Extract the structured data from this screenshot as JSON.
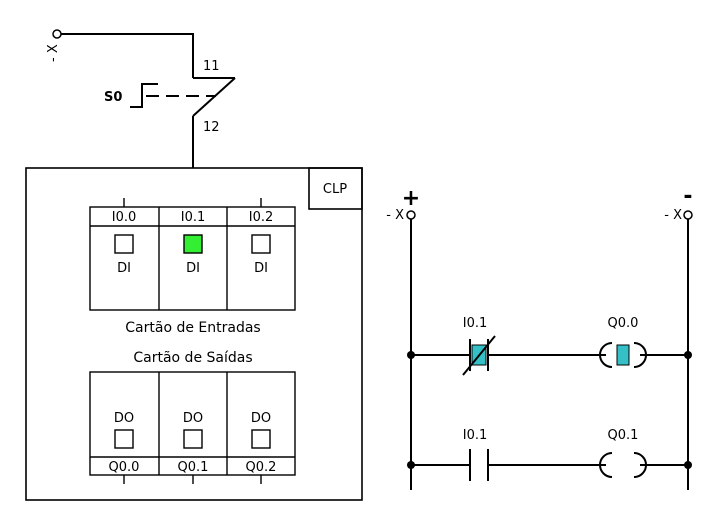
{
  "switch": {
    "supply_label": "- X",
    "name": "S0",
    "terminal_top": "11",
    "terminal_bottom": "12"
  },
  "plc": {
    "title": "CLP",
    "input_card": {
      "caption": "Cartão de Entradas",
      "channels": [
        {
          "address": "I0.0",
          "type": "DI",
          "active": false
        },
        {
          "address": "I0.1",
          "type": "DI",
          "active": true
        },
        {
          "address": "I0.2",
          "type": "DI",
          "active": false
        }
      ]
    },
    "output_card": {
      "caption": "Cartão de Saídas",
      "channels": [
        {
          "address": "Q0.0",
          "type": "DO",
          "active": false
        },
        {
          "address": "Q0.1",
          "type": "DO",
          "active": false
        },
        {
          "address": "Q0.2",
          "type": "DO",
          "active": false
        }
      ]
    }
  },
  "ladder": {
    "left_rail": {
      "sign": "+",
      "label": "- X"
    },
    "right_rail": {
      "sign": "-",
      "label": "- X"
    },
    "rungs": [
      {
        "contact": "I0.1",
        "contact_type": "normally-closed",
        "contact_energized": true,
        "coil": "Q0.0",
        "coil_energized": true
      },
      {
        "contact": "I0.1",
        "contact_type": "normally-open",
        "contact_energized": false,
        "coil": "Q0.1",
        "coil_energized": false
      }
    ]
  },
  "colors": {
    "active_input": "#33ee33",
    "energized": "#35c0c8",
    "line": "#000000"
  }
}
